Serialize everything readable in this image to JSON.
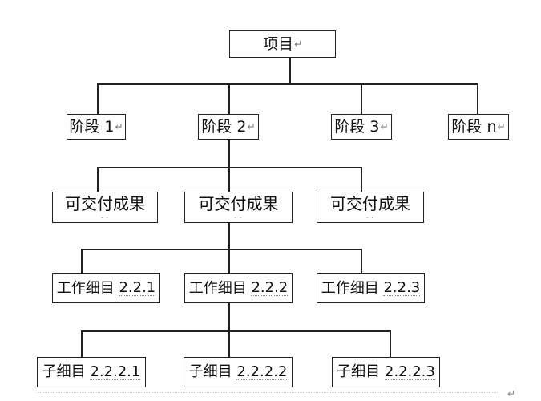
{
  "mark": "↵",
  "root": {
    "label": "项目"
  },
  "phases": [
    {
      "label": "阶段 1"
    },
    {
      "label": "阶段 2"
    },
    {
      "label": "阶段 3"
    },
    {
      "label": "阶段 n"
    }
  ],
  "deliverables": [
    {
      "label": "可交付成果"
    },
    {
      "label": "可交付成果"
    },
    {
      "label": "可交付成果"
    }
  ],
  "work_packages": [
    {
      "prefix": "工作细目",
      "code": "2.2.1"
    },
    {
      "prefix": "工作细目",
      "code": "2.2.2"
    },
    {
      "prefix": "工作细目",
      "code": "2.2.3"
    }
  ],
  "sub_items": [
    {
      "prefix": "子细目",
      "code": "2.2.2.1"
    },
    {
      "prefix": "子细目",
      "code": "2.2.2.2"
    },
    {
      "prefix": "子细目",
      "code": "2.2.2.3"
    }
  ]
}
